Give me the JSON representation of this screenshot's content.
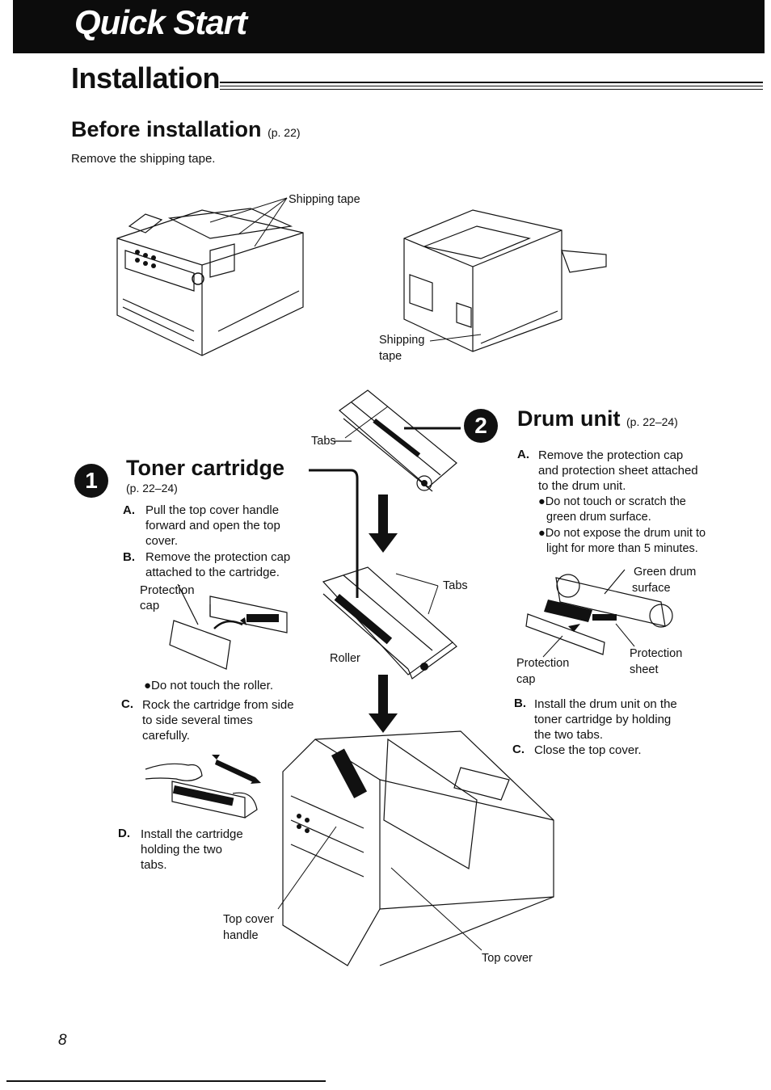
{
  "header": {
    "banner_title": "Quick Start"
  },
  "installation": {
    "title": "Installation"
  },
  "before": {
    "title": "Before installation",
    "ref": "(p. 22)",
    "instruction": "Remove the shipping tape.",
    "label_shipping_tape": "Shipping tape",
    "label_shipping_1": "Shipping",
    "label_shipping_2": "tape"
  },
  "toner": {
    "step_number": "1",
    "title": "Toner cartridge",
    "ref": "(p. 22–24)",
    "steps": [
      {
        "letter": "A.",
        "text_1": "Pull the top cover handle",
        "text_2": "forward and open the top",
        "text_3": "cover."
      },
      {
        "letter": "B.",
        "text_1": "Remove the protection cap",
        "text_2": "attached to the cartridge."
      },
      {
        "letter": "C.",
        "text_1": "Rock the cartridge from side",
        "text_2": "to side several times",
        "text_3": "carefully."
      },
      {
        "letter": "D.",
        "text_1": "Install the cartridge",
        "text_2": "holding the two",
        "text_3": "tabs."
      }
    ],
    "note_roller": "●Do not touch the roller.",
    "label_protection": "Protection",
    "label_cap": "cap",
    "label_tabs_top": "Tabs",
    "label_tabs_mid": "Tabs",
    "label_roller": "Roller",
    "label_top_cover_handle_1": "Top cover",
    "label_top_cover_handle_2": "handle",
    "label_top_cover": "Top cover"
  },
  "drum": {
    "step_number": "2",
    "title": "Drum unit",
    "ref": "(p. 22–24)",
    "step_a_letter": "A.",
    "step_a_1": "Remove the protection cap",
    "step_a_2": "and protection sheet attached",
    "step_a_3": "to the drum unit.",
    "note_1a": "●Do not touch or scratch the",
    "note_1b": "green drum surface.",
    "note_2a": "●Do not expose the drum unit to",
    "note_2b": "light for more than 5 minutes.",
    "label_green_1": "Green drum",
    "label_green_2": "surface",
    "label_protection_sheet_1": "Protection",
    "label_protection_sheet_2": "sheet",
    "label_protection_cap_1": "Protection",
    "label_protection_cap_2": "cap",
    "step_b_letter": "B.",
    "step_b_1": "Install the drum unit on the",
    "step_b_2": "toner cartridge by holding",
    "step_b_3": "the two tabs.",
    "step_c_letter": "C.",
    "step_c_1": "Close the top cover."
  },
  "footer": {
    "page_number": "8"
  }
}
